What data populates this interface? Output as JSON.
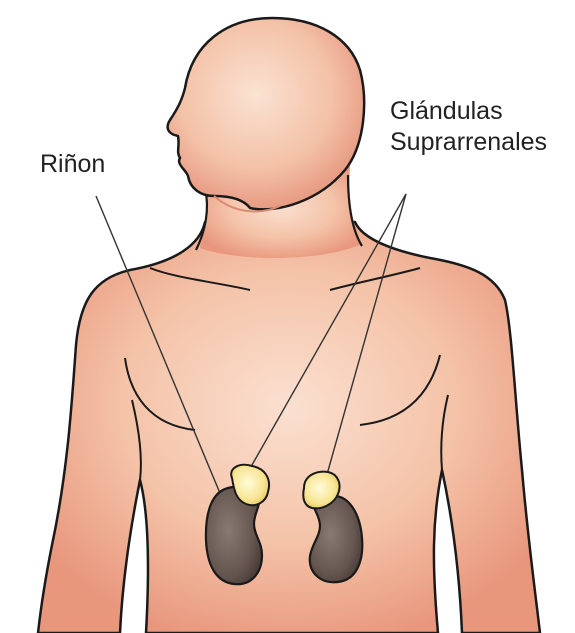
{
  "labels": {
    "kidney": "Riñon",
    "adrenal_line1": "Glándulas",
    "adrenal_line2": "Suprarrenales"
  },
  "colors": {
    "skin": "#f2bfa4",
    "skin_shade": "#e7967c",
    "skin_highlight": "#f9d8c6",
    "outline": "#1a1a1a",
    "kidney": "#6b5a55",
    "kidney_shade": "#4a3c38",
    "adrenal": "#f4e08a",
    "adrenal_highlight": "#fff6c4",
    "leader_line": "#333333"
  }
}
